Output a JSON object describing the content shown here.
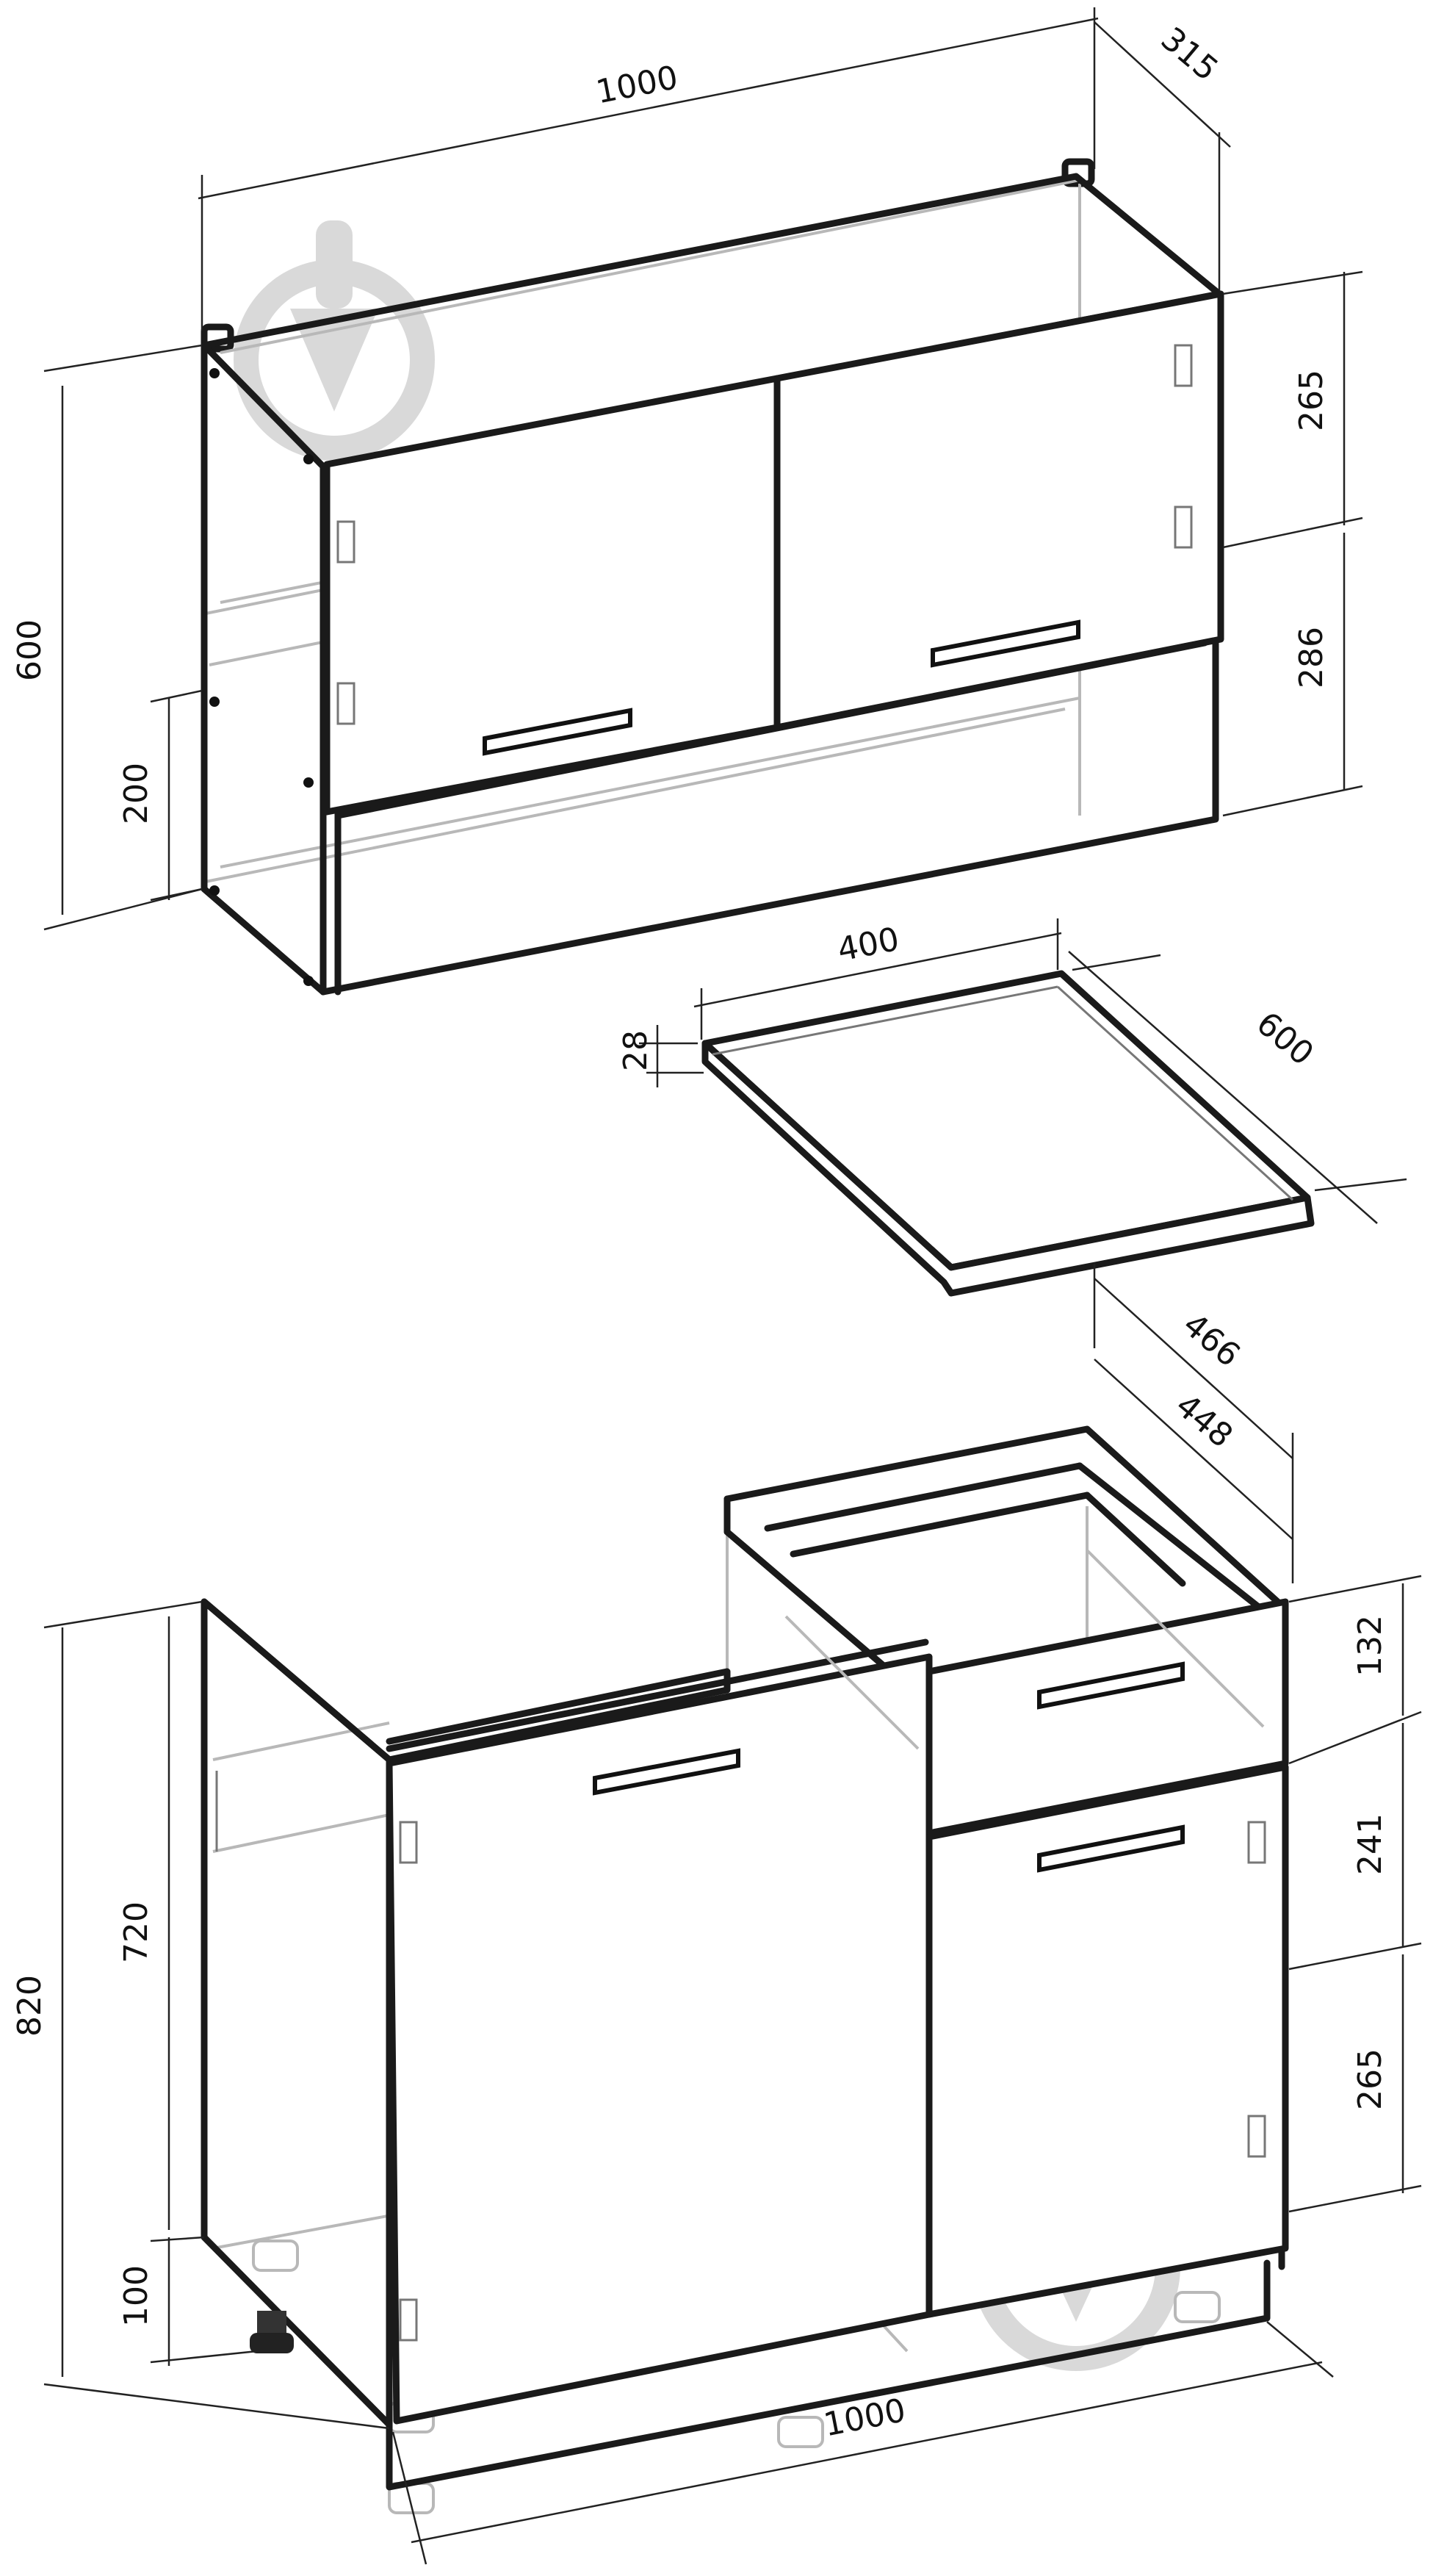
{
  "dimensions": {
    "wall_cabinet": {
      "width": "1000",
      "depth": "315",
      "height": "600",
      "door_height": "265",
      "lower_section_height": "286",
      "open_shelf_height": "200"
    },
    "worktop": {
      "width": "400",
      "depth": "600",
      "thickness": "28"
    },
    "base_cabinet": {
      "outer_depth": "466",
      "inner_depth": "448",
      "drawer_height": "132",
      "upper_door_section": "241",
      "lower_door_section": "265",
      "total_height": "820",
      "body_height": "720",
      "plinth_height": "100",
      "width": "1000"
    }
  },
  "watermark": {
    "icon": "download-arrow-icon",
    "color": "#d9d9d9"
  }
}
